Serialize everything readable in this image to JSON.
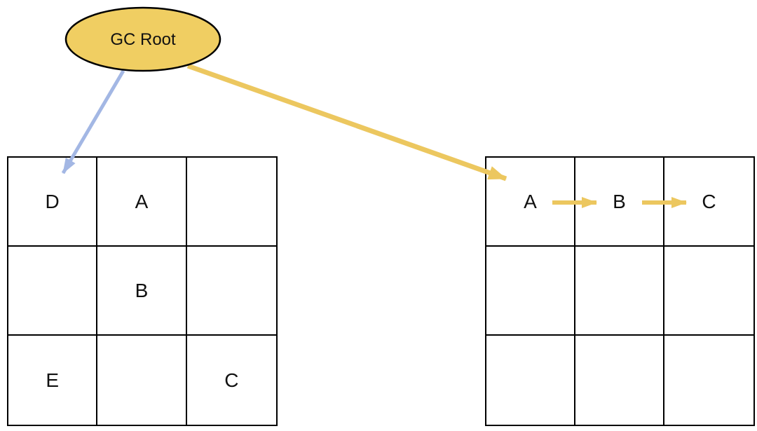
{
  "diagram": {
    "root": {
      "label": "GC Root"
    },
    "colors": {
      "root_fill": "#F0CE62",
      "root_stroke": "#000000",
      "blue_arrow": "#A3B7E4",
      "yellow_arrow": "#ECC75F",
      "grid_border": "#000000",
      "background": "#FFFFFF"
    },
    "left_grid": {
      "rows": [
        [
          "D",
          "A",
          ""
        ],
        [
          "",
          "B",
          ""
        ],
        [
          "E",
          "",
          "C"
        ]
      ]
    },
    "right_grid": {
      "rows": [
        [
          "A",
          "B",
          "C"
        ],
        [
          "",
          "",
          ""
        ],
        [
          "",
          "",
          ""
        ]
      ]
    },
    "edges": [
      {
        "from": "GC Root",
        "to": "D",
        "color": "blue"
      },
      {
        "from": "GC Root",
        "to": "A",
        "color": "yellow"
      },
      {
        "from": "A",
        "to": "B",
        "color": "yellow"
      },
      {
        "from": "B",
        "to": "C",
        "color": "yellow"
      }
    ]
  }
}
